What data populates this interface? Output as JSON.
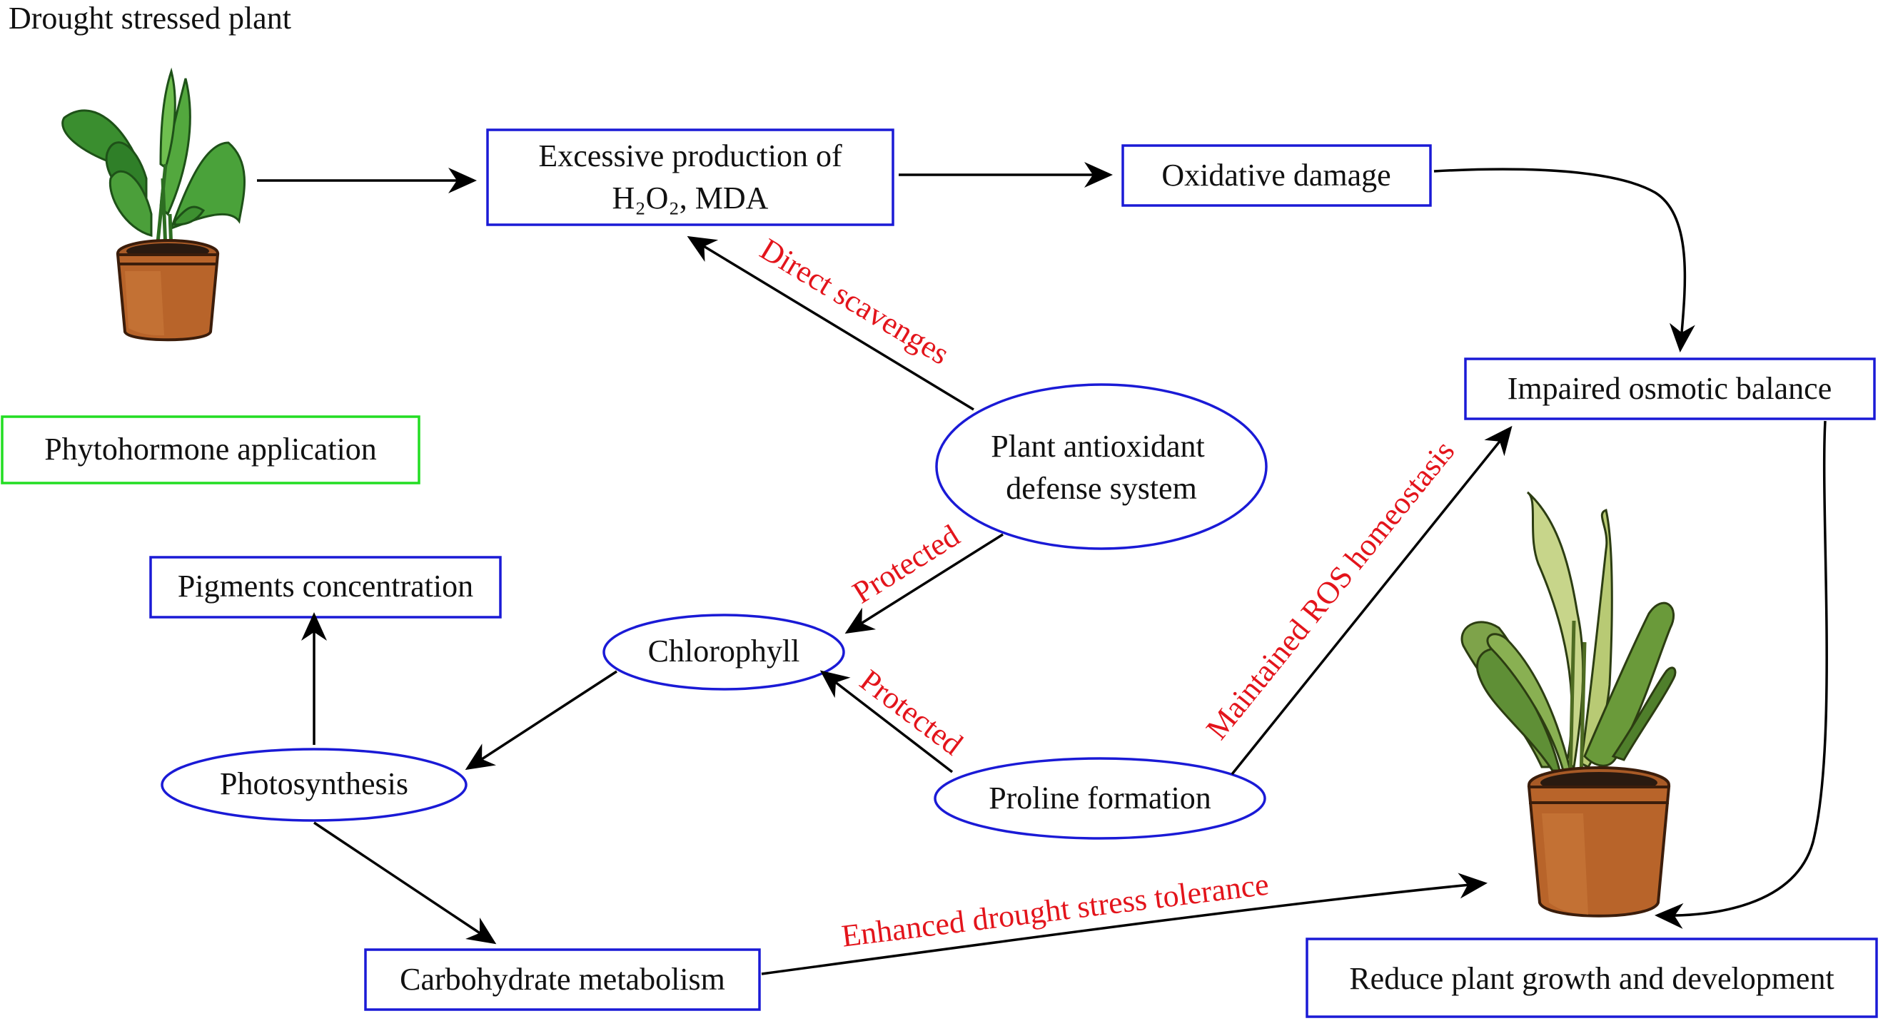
{
  "colors": {
    "node_border": "#1a1ad6",
    "highlight_border": "#22dd22",
    "edge_label": "#e3141b",
    "arrow": "#000000",
    "text": "#111111"
  },
  "icons": {
    "healthy_plant": "potted-plant-icon",
    "stressed_plant": "wilted-potted-plant-icon"
  },
  "title": "Drought stressed plant",
  "nodes": {
    "excessive": {
      "line1": "Excessive production of",
      "line2": "H₂O₂, MDA"
    },
    "oxidative": "Oxidative damage",
    "impaired": "Impaired osmotic balance",
    "phytohormone": "Phytohormone application",
    "antioxidant": {
      "line1": "Plant antioxidant",
      "line2": "defense system"
    },
    "pigments": "Pigments concentration",
    "chlorophyll": "Chlorophyll",
    "photosynthesis": "Photosynthesis",
    "proline": "Proline formation",
    "carbohydrate": "Carbohydrate metabolism",
    "reduce": "Reduce plant growth and development"
  },
  "edge_labels": {
    "direct_scavenges": "Direct scavenges",
    "protected_antioxidant": "Protected",
    "protected_proline": "Protected",
    "maintained_ros": "Maintained ROS homeostasis",
    "enhanced_tolerance": "Enhanced drought stress tolerance"
  }
}
